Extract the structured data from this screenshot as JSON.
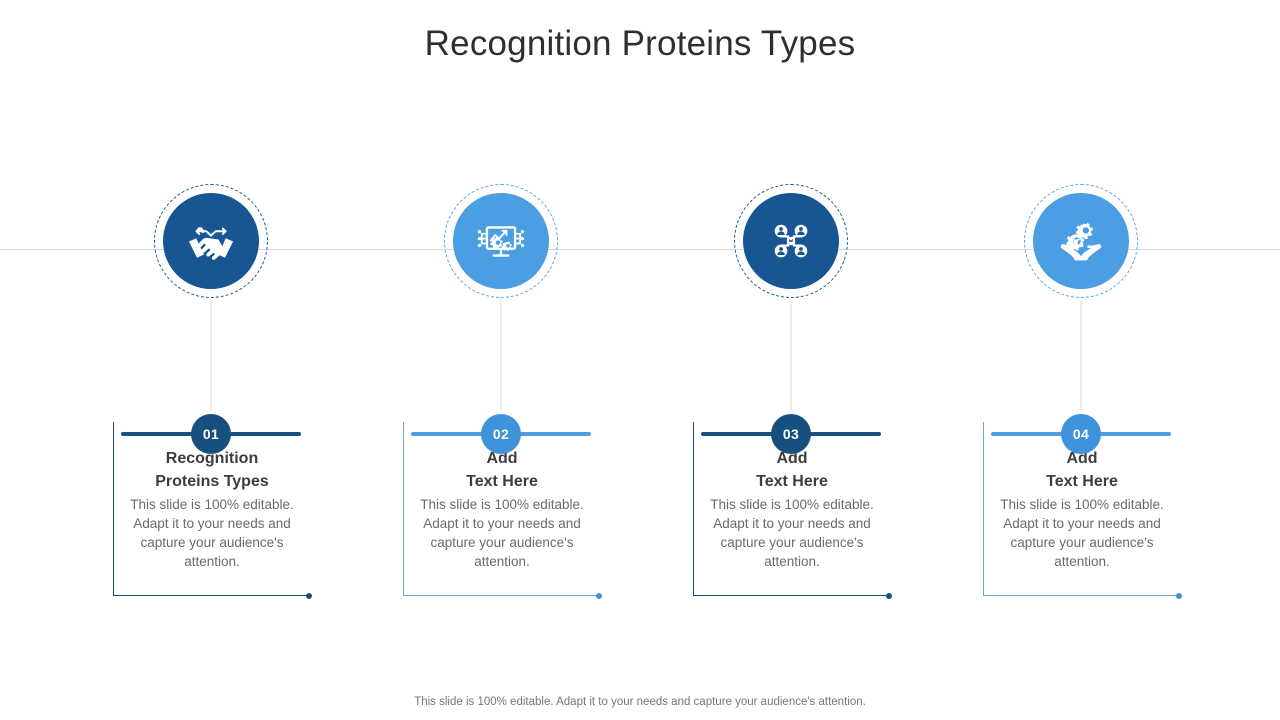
{
  "slide": {
    "title": "Recognition Proteins Types",
    "footer_note": "This slide is 100% editable. Adapt it to your needs and capture your audience's attention.",
    "body_text": "This slide is 100% editable. Adapt it to your needs and capture your audience's attention."
  },
  "theme": {
    "dark_blue": "#17507f",
    "mid_blue": "#175692",
    "light_blue": "#4a9ee1",
    "title_color": "#2f2f2f",
    "card_title_color": "#3d3d3d",
    "body_color": "#6a6a6a",
    "axis_line_color": "#d8d8d8",
    "connector_color": "#dcdcdc"
  },
  "items": [
    {
      "number": "01",
      "icon": "handshake-icon",
      "tone": "dark",
      "title": "Recognition\nProteins Types",
      "body": "This slide is 100% editable. Adapt it to your needs and capture your audience's attention."
    },
    {
      "number": "02",
      "icon": "monitor-analytics-gears-icon",
      "tone": "light",
      "title": "Add\nText Here",
      "body": "This slide is 100% editable. Adapt it to your needs and capture your audience's attention."
    },
    {
      "number": "03",
      "icon": "team-network-icon",
      "tone": "dark",
      "title": "Add\nText Here",
      "body": "This slide is 100% editable. Adapt it to your needs and capture your audience's attention."
    },
    {
      "number": "04",
      "icon": "hands-gear-wrench-icon",
      "tone": "light",
      "title": "Add\nText Here",
      "body": "This slide is 100% editable. Adapt it to your needs and capture your audience's attention."
    }
  ]
}
